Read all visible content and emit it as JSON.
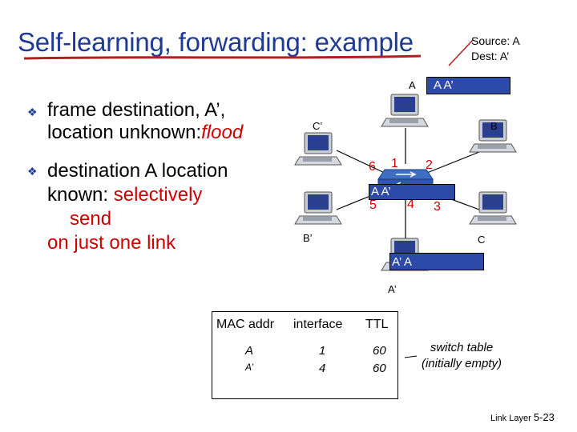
{
  "slide": {
    "title": "Self-learning, forwarding: example",
    "source_line": "Source: A",
    "dest_line": "Dest: A’",
    "footer": "Link Layer",
    "page_number": "5-23"
  },
  "bullets": [
    {
      "line1": "frame destination, A’,",
      "line2": "location unknown:",
      "emph": "flood"
    },
    {
      "line1": "destination A location",
      "line2_prefix": "known: ",
      "line2_emph": "selectively",
      "line3": "send",
      "line4": "on just one link"
    }
  ],
  "network": {
    "hosts": {
      "A": "A",
      "B": "B",
      "C": "C",
      "A_prime": "A’",
      "B_prime": "B’",
      "C_prime": "C’"
    },
    "ports": [
      "1",
      "2",
      "3",
      "4",
      "5",
      "6"
    ],
    "frames": {
      "top": "A A’",
      "switch": "A A’",
      "bottom": "A’ A"
    }
  },
  "switch_table": {
    "headers": [
      "MAC addr",
      "interface",
      "TTL"
    ],
    "rows": [
      {
        "mac": "A",
        "iface": "1",
        "ttl": "60"
      },
      {
        "mac": "A’",
        "iface": "4",
        "ttl": "60"
      }
    ],
    "caption_line1": "switch table",
    "caption_line2": "(initially empty)"
  },
  "colors": {
    "title": "#1f3a93",
    "emphasis": "#cc0000",
    "frame_bar": "#2e4aa8",
    "underline": "#b02020"
  }
}
